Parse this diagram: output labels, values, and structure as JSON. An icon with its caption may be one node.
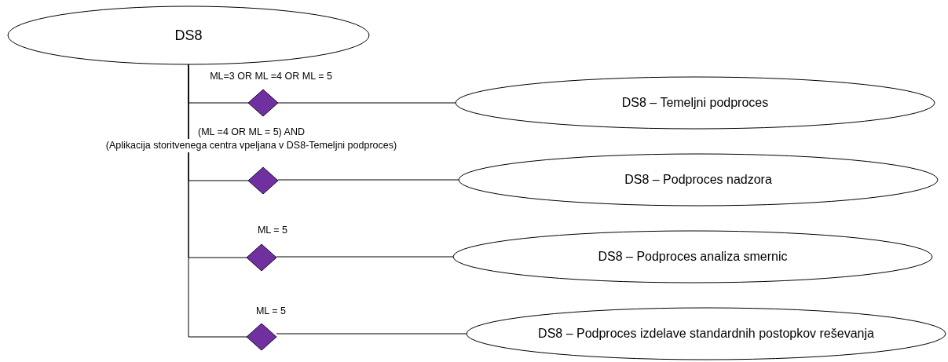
{
  "diagram": {
    "nodes": [
      {
        "text": [
          "DS8"
        ]
      },
      {
        "text": [],
        "shape": "diamond"
      },
      {
        "text": [
          "DS8 – Temeljni podproces"
        ]
      },
      {
        "text": [],
        "shape": "diamond"
      },
      {
        "text": [
          "DS8 – Podproces nadzora"
        ]
      },
      {
        "text": [],
        "shape": "diamond"
      },
      {
        "text": [
          "DS8 – Podproces analiza smernic"
        ]
      },
      {
        "text": [],
        "shape": "diamond"
      },
      {
        "text": [
          "DS8 – Podproces izdelave standardnih postopkov reševanja"
        ]
      }
    ],
    "edges": [
      {
        "from": 0,
        "to": 1,
        "arrow": "none"
      },
      {
        "from": 1,
        "to": 2,
        "arrow": "none"
      },
      {
        "from": 0,
        "to": 3,
        "arrow": "none"
      },
      {
        "from": 3,
        "to": 4,
        "arrow": "none"
      },
      {
        "from": 0,
        "to": 5,
        "arrow": "none"
      },
      {
        "from": 5,
        "to": 6,
        "arrow": "none"
      },
      {
        "from": 0,
        "to": 7,
        "arrow": "none"
      },
      {
        "from": 7,
        "to": 8,
        "arrow": "none"
      }
    ],
    "labels": [
      "ML=3 OR ML =4 OR ML = 5",
      "(ML =4 OR ML = 5) AND",
      "(Aplikacija storitvenega centra vpeljana v DS8-Temeljni podproces)",
      "ML = 5",
      "ML = 5"
    ]
  }
}
